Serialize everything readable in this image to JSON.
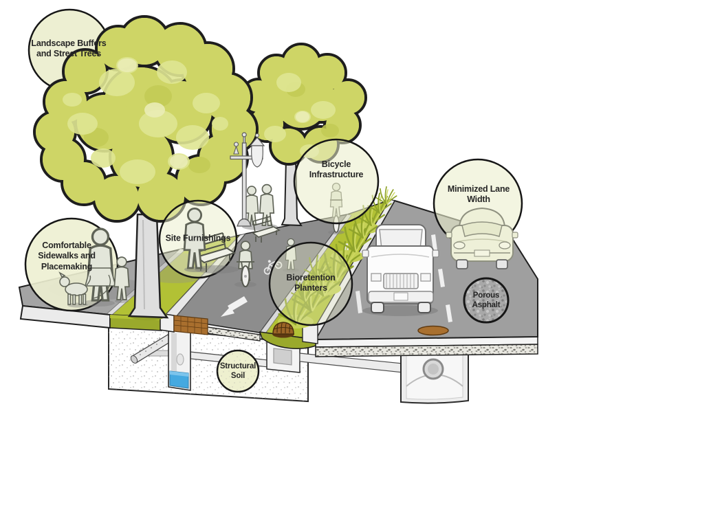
{
  "diagram": {
    "callouts": [
      {
        "id": "landscape-buffers-street-trees",
        "label": "Landscape Buffers\nand Street Trees"
      },
      {
        "id": "comfortable-sidewalks-placemaking",
        "label": "Comfortable\nSidewalks and\nPlacemaking"
      },
      {
        "id": "site-furnishings",
        "label": "Site Furnishings"
      },
      {
        "id": "bicycle-infrastructure",
        "label": "Bicycle\nInfrastructure"
      },
      {
        "id": "bioretention-planters",
        "label": "Bioretention\nPlanters"
      },
      {
        "id": "minimized-lane-width",
        "label": "Minimized Lane\nWidth"
      },
      {
        "id": "porous-asphalt",
        "label": "Porous\nAsphalt"
      },
      {
        "id": "structural-soil",
        "label": "Structural\nSoil"
      }
    ],
    "colors": {
      "canopy_green": "#ced566",
      "verge_green": "#b2c135",
      "callout_fill": "#edefd2",
      "sidewalk_gray": "#a4a4a4",
      "bike_lane_gray": "#8d8d8d",
      "road_gray": "#9f9f9f",
      "water_blue": "#45a9e0",
      "soil_brown": "#a96f2e",
      "outline": "#1f1f1f"
    }
  }
}
